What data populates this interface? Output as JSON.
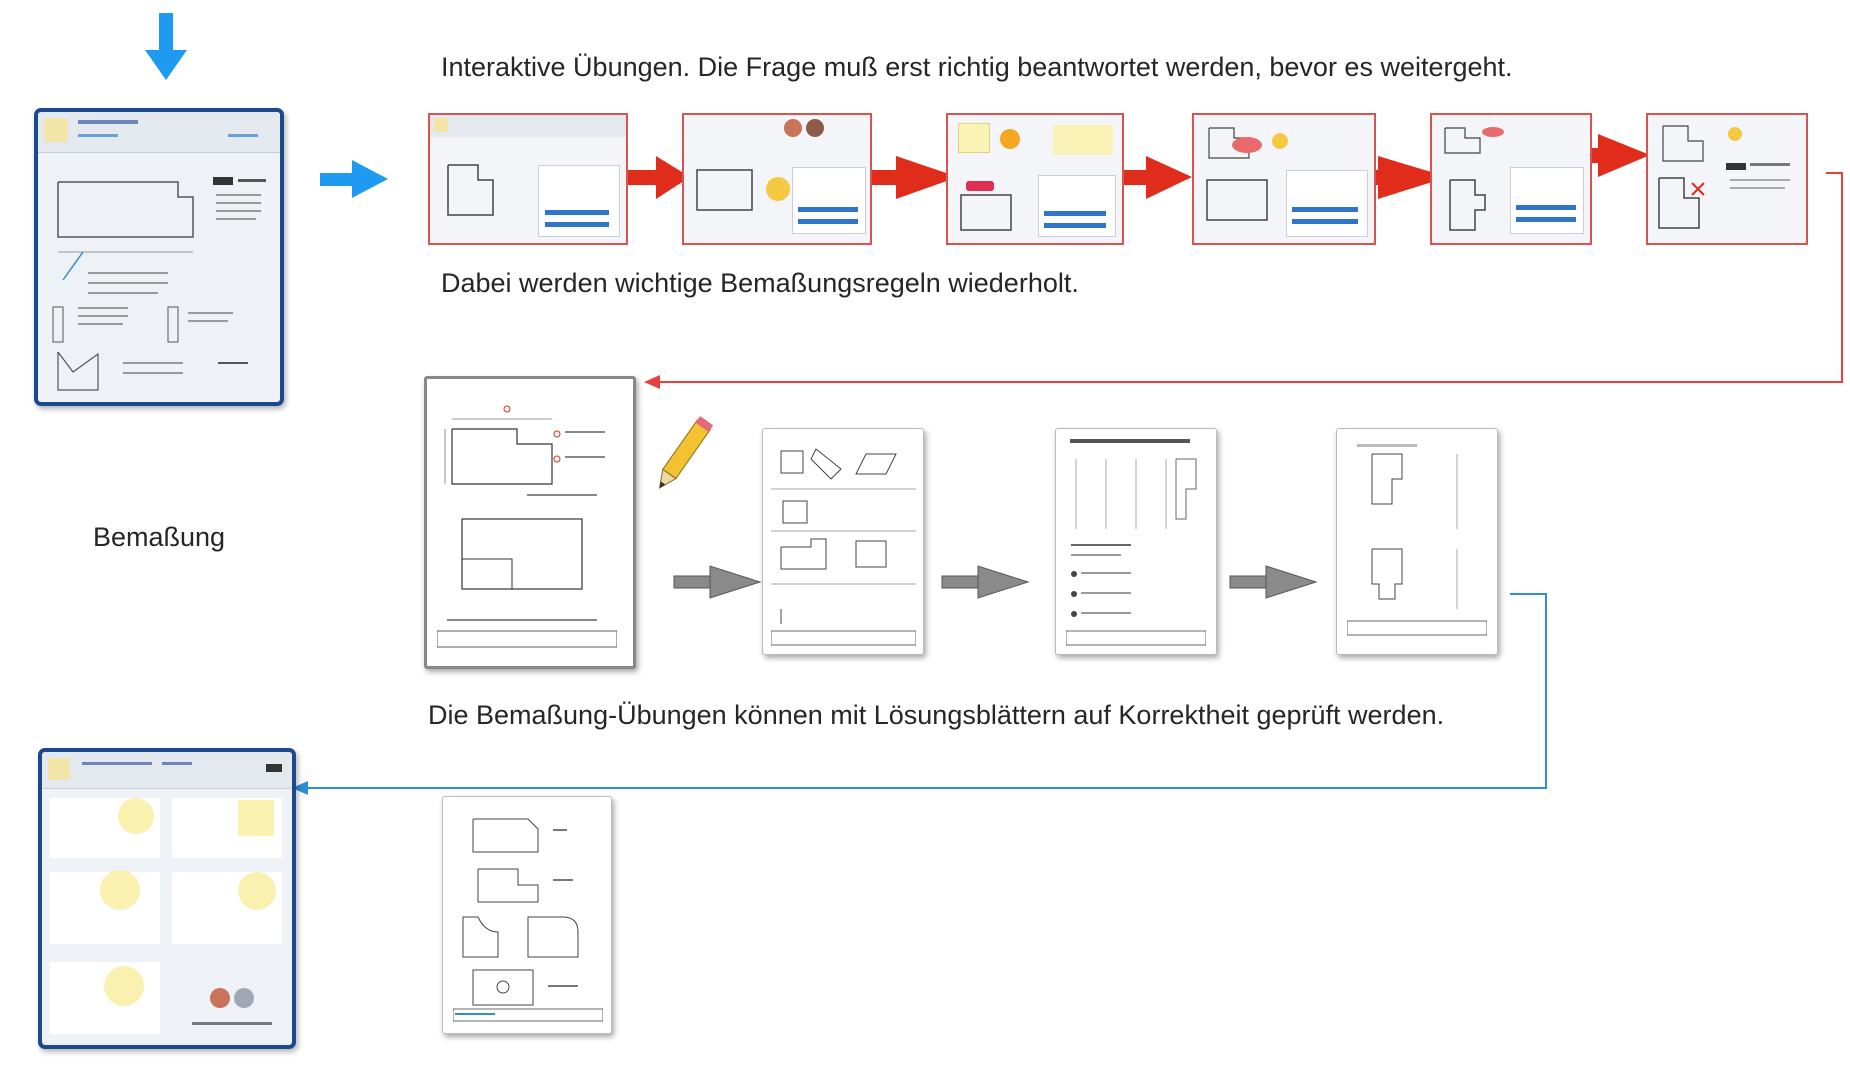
{
  "captions": {
    "interactive": "Interaktive Übungen. Die Frage muß erst richtig beantwortet werden, bevor es weitergeht.",
    "rules": "Dabei werden wichtige Bemaßungsregeln wiederholt.",
    "topic": "Bemaßung",
    "solutions": "Die Bemaßung-Übungen können mit Lösungsblättern auf Korrektheit geprüft werden."
  },
  "colors": {
    "blue_arrow": "#1e9bf0",
    "red_arrow": "#e02d1b",
    "red_line": "#e8403a",
    "blue_line": "#2a8fd8",
    "gray_arrow": "#8a8a8a",
    "ipad_frame": "#1b4a8c",
    "button_blue": "#2f76c8"
  },
  "icons": [
    "down-arrow-icon",
    "right-arrow-icon",
    "pencil-icon",
    "emoji-icon",
    "avatar-icon"
  ]
}
